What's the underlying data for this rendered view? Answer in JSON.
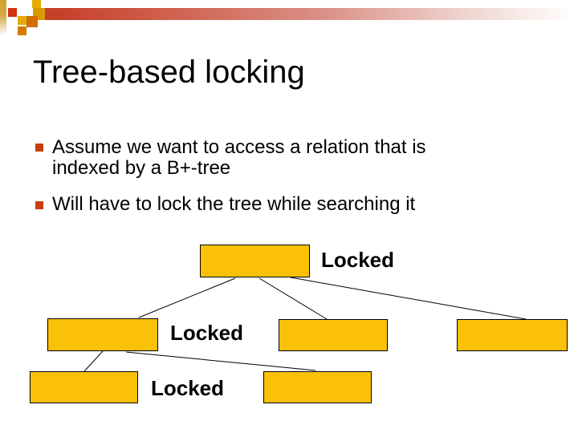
{
  "slide": {
    "title": "Tree-based locking",
    "bullets": [
      {
        "marker": "square",
        "lines": [
          "Assume we want to access a relation that is",
          "indexed by a B+-tree"
        ]
      },
      {
        "marker": "square",
        "lines": [
          "Will have to lock the tree while searching it"
        ]
      }
    ],
    "diagram": {
      "type": "tree",
      "levels": [
        1,
        3,
        2
      ],
      "locked_labels": [
        "Locked",
        "Locked",
        "Locked"
      ],
      "node_fill": "#FBC108",
      "node_border": "#000000"
    },
    "colors": {
      "background": "#FFFFFF",
      "title_text": "#000000",
      "body_text": "#000000",
      "bullet_square": "#C63E0E",
      "node_fill": "#FBC108",
      "header_red": "#C43A22",
      "header_gold": "#D0A12A"
    }
  }
}
